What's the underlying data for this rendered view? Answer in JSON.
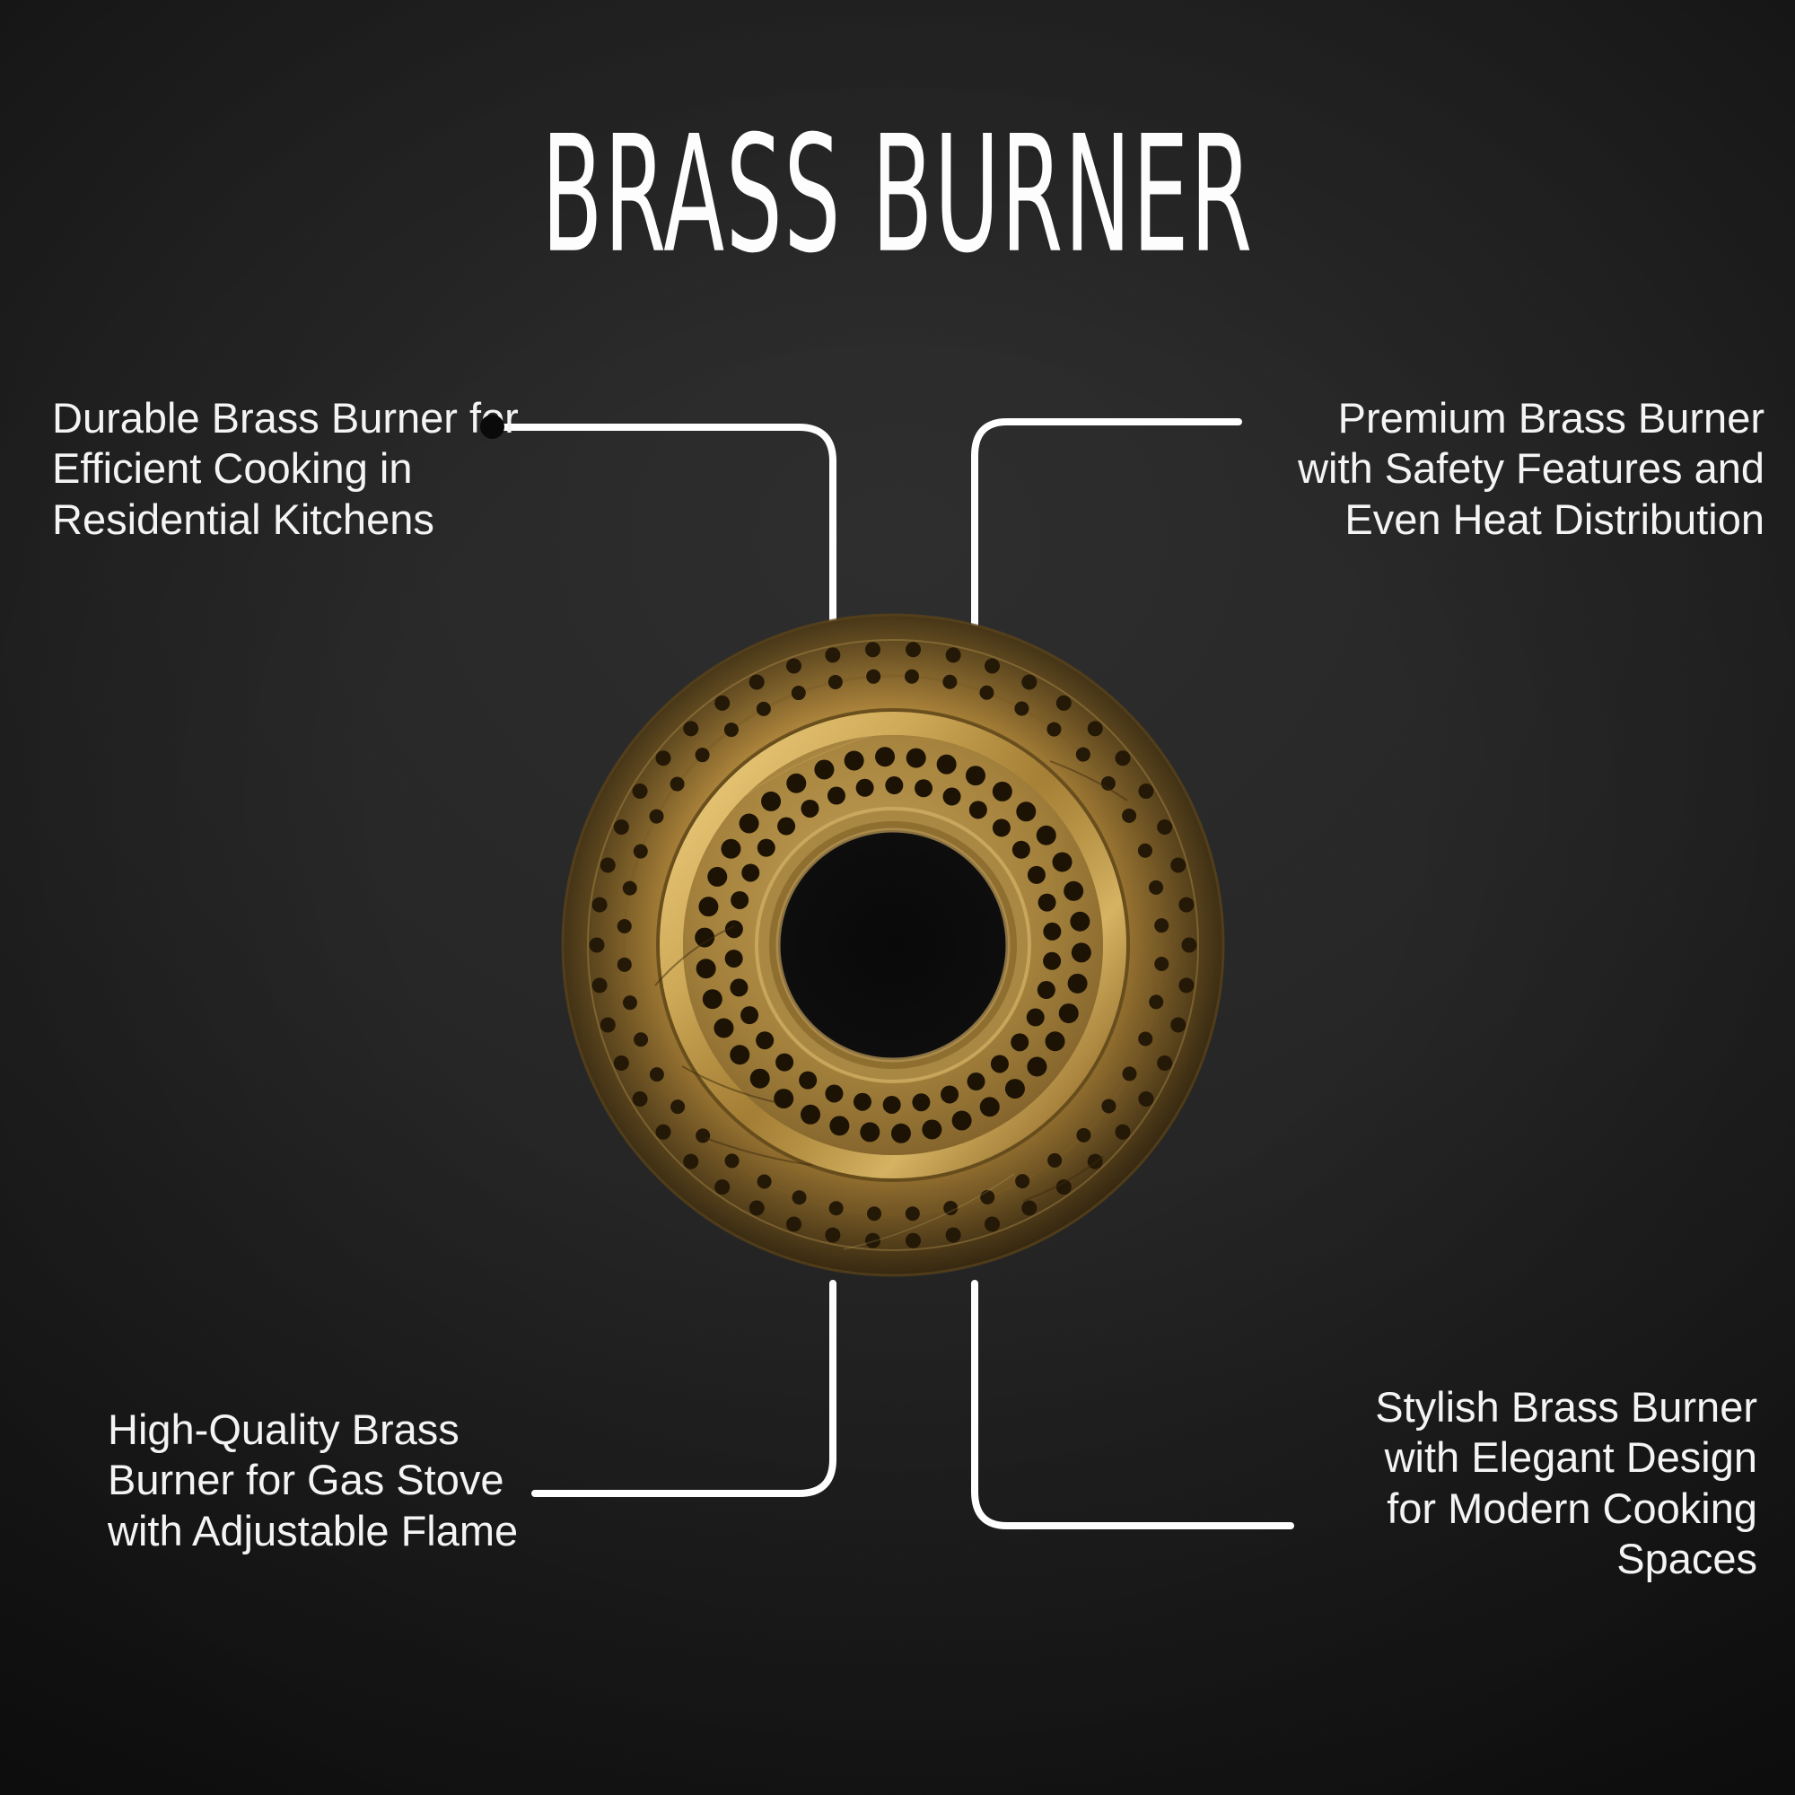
{
  "page": {
    "title": "BRASS BURNER",
    "background_color": "#1e1e1e",
    "text_color": "#f4f4f4",
    "line_color": "#ffffff",
    "dot_color": "#0a0a0a"
  },
  "callouts": {
    "top_left": {
      "text": "Durable Brass Burner for Efficient Cooking in Residential Kitchens",
      "align": "left"
    },
    "top_right": {
      "text": "Premium Brass Burner with Safety Features and Even Heat Distribution",
      "align": "right"
    },
    "bottom_left": {
      "text": "High-Quality Brass Burner for Gas Stove with Adjustable Flame",
      "align": "left"
    },
    "bottom_right": {
      "text": "Stylish Brass Burner with Elegant Design for Modern Cooking Spaces",
      "align": "right"
    }
  },
  "product_image": {
    "name": "brass-gas-stove-burner-ring",
    "brass_light": "#d9b05a",
    "brass_mid": "#a8813c",
    "brass_dark": "#6e5226",
    "hole_color": "#2a1d0c"
  }
}
